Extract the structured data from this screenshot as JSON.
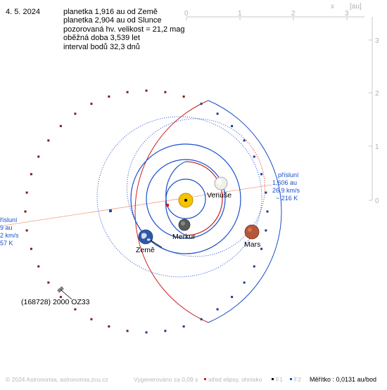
{
  "date": "4. 5. 2024",
  "info_lines": [
    "planetka 1,916 au od Země",
    "planetka 2,904 au od Slunce",
    "pozorovaná hv. velikost = 21,2 mag",
    "oběžná doba 3,539 let",
    "interval bodů 32,3 dnů"
  ],
  "top_axis": {
    "ticks": [
      "0",
      "1",
      "2",
      "3"
    ],
    "unit": "[au]",
    "close": "x"
  },
  "right_axis": {
    "ticks": [
      "3",
      "2",
      "1",
      "0"
    ]
  },
  "labels": {
    "venus": "Venuše",
    "mercury": "Merkur",
    "earth": "Země",
    "mars": "Mars",
    "asteroid": "(168728) 2000 OZ33"
  },
  "perihelion_right": [
    "přísluní",
    "1,606 au",
    "26,9 km/s",
    "~ 216 K"
  ],
  "perihelion_left": [
    "řísluní",
    "9 au",
    "2 km/s",
    "57 K"
  ],
  "footer": {
    "copyright": "© 2024 Astronomia, astronomia.zcu.cz",
    "generated": "Vygenerováno za 0,09 s",
    "legend_center": "střed elipsy, ohnisko",
    "legend_f1": "F1",
    "legend_f2": "F2",
    "scale": "Měřítko : 0,0131 au/bod"
  },
  "colors": {
    "asteroid_orbit": "#cc2222",
    "earth_orbit": "#1a4fcc",
    "venus_orbit": "#1a4fcc",
    "mercury_orbit": "#cc2222",
    "mars_orbit": "#cc2222",
    "asteroid_dotted": "#1a4fcc",
    "perihelion_line": "#f0a080",
    "sun": "#f5c400",
    "perihelion_text": "#1a4fcc"
  }
}
